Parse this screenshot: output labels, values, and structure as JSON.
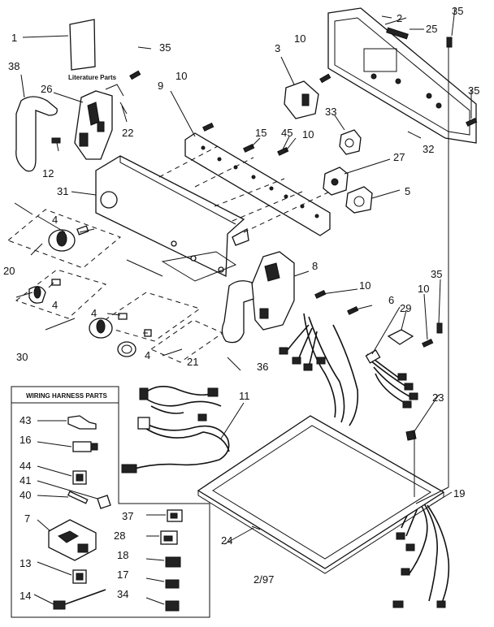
{
  "callouts": {
    "c1": "1",
    "c2": "2",
    "c3": "3",
    "c4a": "4",
    "c4b": "4",
    "c4c": "4",
    "c4d": "4",
    "c5": "5",
    "c6": "6",
    "c7": "7",
    "c8": "8",
    "c9": "9",
    "c10a": "10",
    "c10b": "10",
    "c10c": "10",
    "c10d": "10",
    "c10e": "10",
    "c11": "11",
    "c12": "12",
    "c13": "13",
    "c14": "14",
    "c15": "15",
    "c16": "16",
    "c17": "17",
    "c18": "18",
    "c19": "19",
    "c20": "20",
    "c21": "21",
    "c22": "22",
    "c23": "23",
    "c24": "24",
    "c25": "25",
    "c26": "26",
    "c27": "27",
    "c28": "28",
    "c29": "29",
    "c30": "30",
    "c31": "31",
    "c32": "32",
    "c33": "33",
    "c34": "34",
    "c35a": "35",
    "c35b": "35",
    "c35c": "35",
    "c35d": "35",
    "c36": "36",
    "c37": "37",
    "c38": "38",
    "c40": "40",
    "c41": "41",
    "c43": "43",
    "c44": "44",
    "c45": "45"
  },
  "literature_label": "Literature Parts",
  "harness_box_title": "WIRING HARNESS PARTS",
  "date_code": "2/97"
}
